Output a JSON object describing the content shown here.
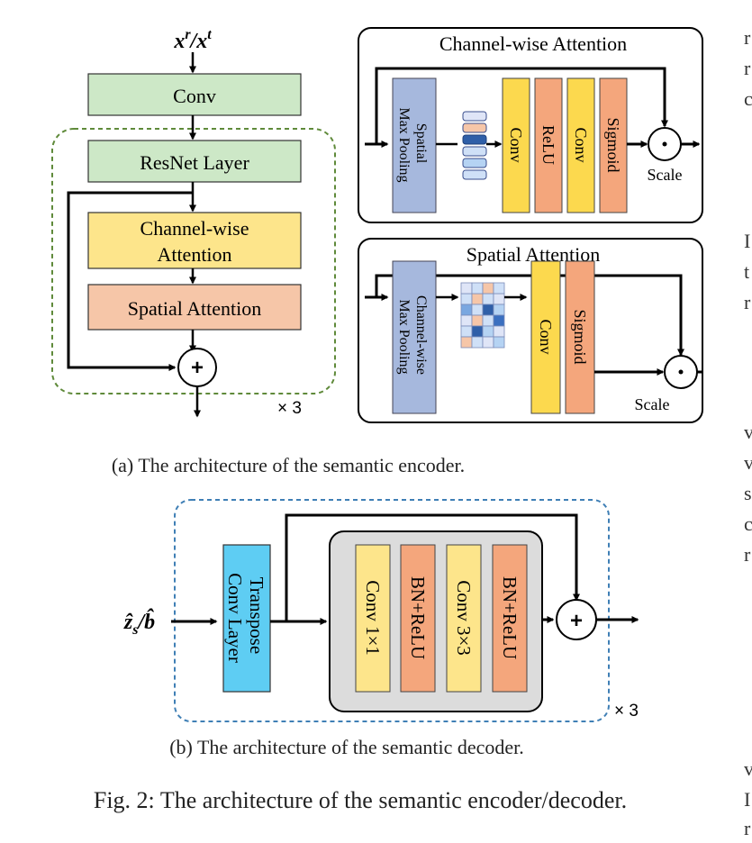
{
  "encoder": {
    "input": "x^r / x^t",
    "blocks": {
      "conv": "Conv",
      "resnet": "ResNet Layer",
      "channel_attn_line1": "Channel-wise",
      "channel_attn_line2": "Attention",
      "spatial_attn": "Spatial Attention"
    },
    "plus": "+",
    "repeat": "× 3",
    "colors": {
      "green": "#cde8c7",
      "yellow": "#fde58b",
      "salmon": "#f6c6a8",
      "dash_green": "#5f8a3a"
    }
  },
  "channel_panel": {
    "title": "Channel-wise Attention",
    "pool_line1": "Spatial",
    "pool_line2": "Max Pooling",
    "conv1": "Conv",
    "relu": "ReLU",
    "conv2": "Conv",
    "sigmoid": "Sigmoid",
    "scale_label": "Scale"
  },
  "spatial_panel": {
    "title": "Spatial Attention",
    "pool_line1": "Channel-wise",
    "pool_line2": "Max Pooling",
    "conv": "Conv",
    "sigmoid": "Sigmoid",
    "scale_label": "Scale"
  },
  "decoder": {
    "input": "ẑ_s / b̂",
    "transpose_line1": "Transpose",
    "transpose_line2": "Conv Layer",
    "conv1": "Conv 1×1",
    "bn1": "BN+ReLU",
    "conv3": "Conv 3×3",
    "bn2": "BN+ReLU",
    "plus": "+",
    "repeat": "× 3",
    "colors": {
      "cyan": "#5ecdf3",
      "gray": "#dcdcdc",
      "dash_blue": "#3f7fb5"
    }
  },
  "captions": {
    "a": "(a) The architecture of the semantic encoder.",
    "b": "(b) The architecture of the semantic decoder.",
    "fig": "Fig. 2: The architecture of the semantic encoder/decoder."
  },
  "edge_letters": [
    "r",
    "r",
    "c",
    "I",
    "t",
    "r",
    "v",
    "v",
    "s",
    "c",
    "r",
    "v",
    "I",
    "r"
  ]
}
